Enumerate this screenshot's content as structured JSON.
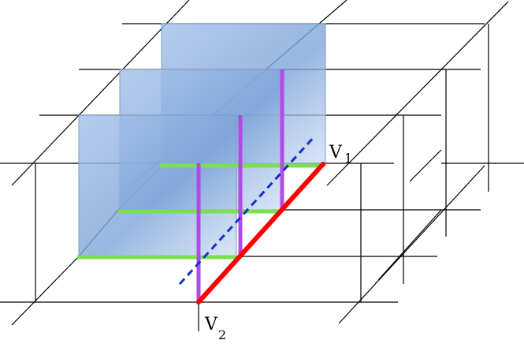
{
  "labels": {
    "v1_main": "V",
    "v1_sub": "1",
    "v2_main": "V",
    "v2_sub": "2"
  },
  "colors": {
    "grid": "#000000",
    "panel_fill": "#9db9e4",
    "panel_stroke": "#7d9bc4",
    "base_edge": "#7be04e",
    "vertical_segment": "#b24be6",
    "diagonal_solid": "#ff0000",
    "diagonal_dashed": "#1133cc"
  }
}
